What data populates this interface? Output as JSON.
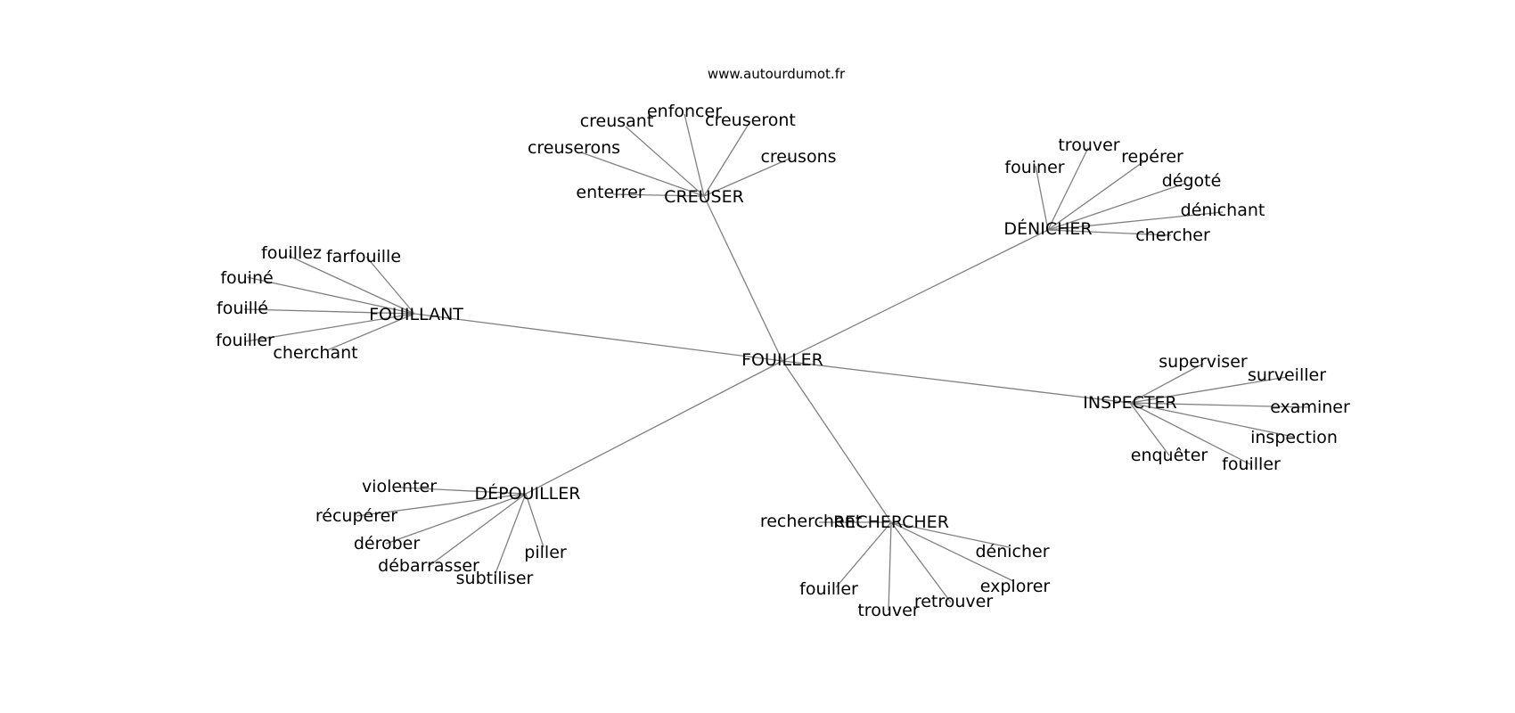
{
  "source_text": "www.autourdumot.fr",
  "graph": {
    "center": {
      "label": "FOUILLER"
    },
    "clusters": [
      {
        "id": "creuser",
        "label": "CREUSER",
        "words": [
          "enfoncer",
          "creusant",
          "creuseront",
          "creuserons",
          "creusons",
          "enterrer"
        ]
      },
      {
        "id": "denicher",
        "label": "DÉNICHER",
        "words": [
          "trouver",
          "repérer",
          "fouiner",
          "dégoté",
          "dénichant",
          "chercher"
        ]
      },
      {
        "id": "fouillant",
        "label": "FOUILLANT",
        "words": [
          "fouillez",
          "farfouille",
          "fouiné",
          "fouillé",
          "fouiller",
          "cherchant"
        ]
      },
      {
        "id": "inspecter",
        "label": "INSPECTER",
        "words": [
          "superviser",
          "surveiller",
          "examiner",
          "inspection",
          "enquêter",
          "fouiller"
        ]
      },
      {
        "id": "depouiller",
        "label": "DÉPOUILLER",
        "words": [
          "violenter",
          "récupérer",
          "dérober",
          "débarrasser",
          "piller",
          "subtiliser"
        ]
      },
      {
        "id": "rechercher",
        "label": "RECHERCHER",
        "words": [
          "recherchent",
          "dénicher",
          "explorer",
          "fouiller",
          "retrouver",
          "trouver"
        ]
      }
    ]
  }
}
